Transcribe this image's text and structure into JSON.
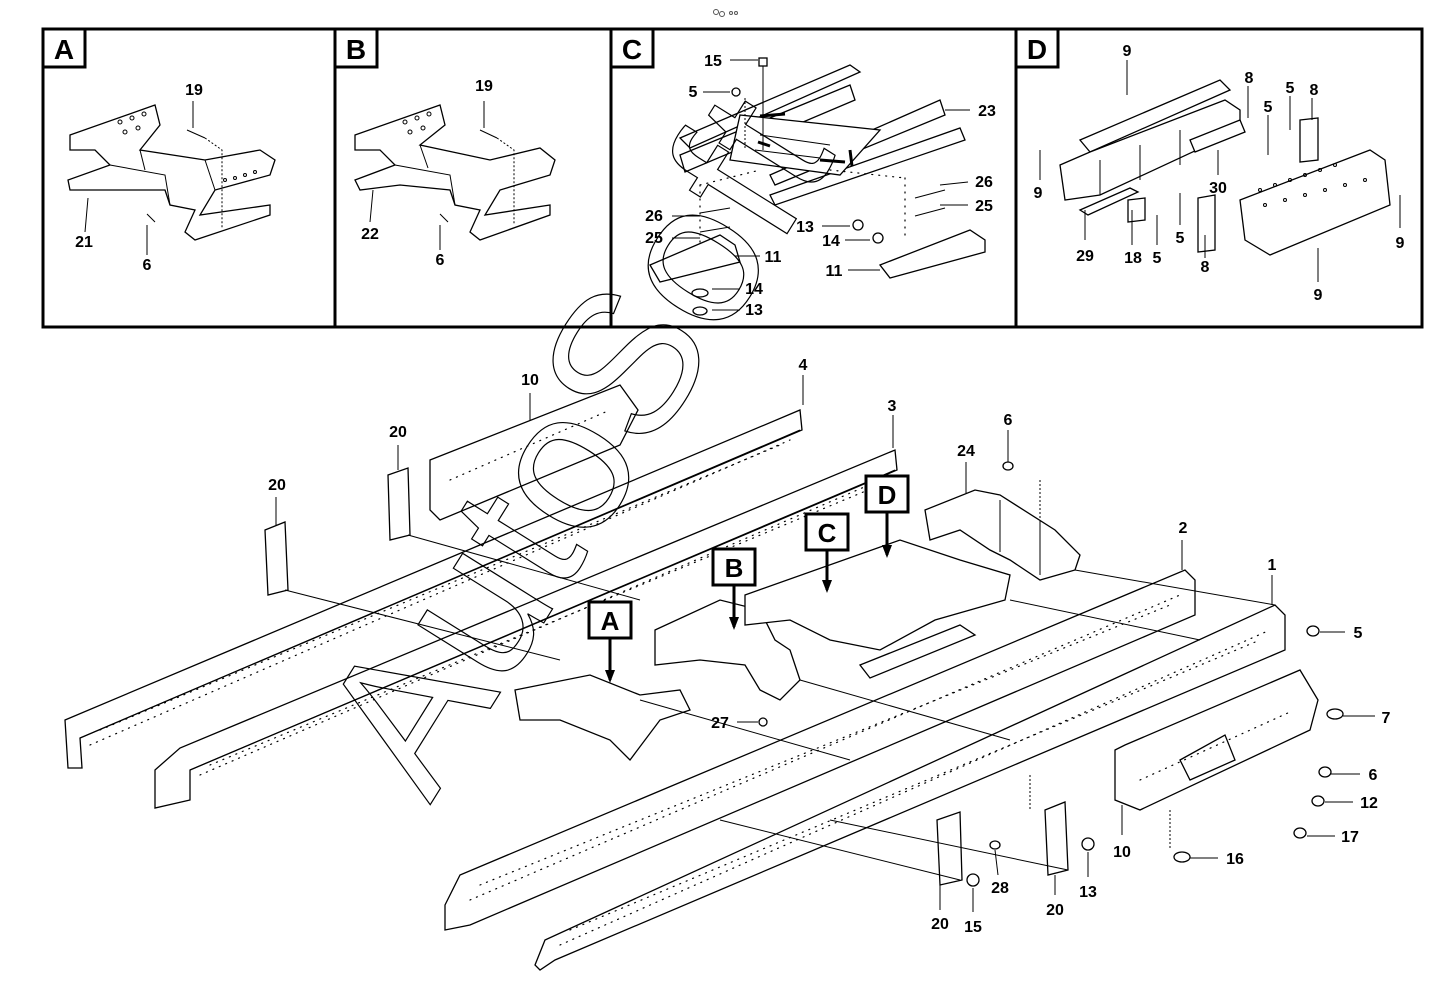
{
  "header": {
    "icon": "two-circles-glyph"
  },
  "panels": [
    {
      "letter": "A",
      "labels": [
        "19",
        "21",
        "6"
      ]
    },
    {
      "letter": "B",
      "labels": [
        "19",
        "22",
        "6"
      ]
    },
    {
      "letter": "C",
      "labels": [
        "15",
        "5",
        "23",
        "26",
        "25",
        "11",
        "14",
        "13",
        "13",
        "14",
        "11",
        "26",
        "25"
      ]
    },
    {
      "letter": "D",
      "labels": [
        "9",
        "8",
        "5",
        "5",
        "8",
        "9",
        "30",
        "29",
        "18",
        "5",
        "5",
        "8",
        "9",
        "9"
      ]
    }
  ],
  "callouts": [
    "A",
    "B",
    "C",
    "D"
  ],
  "main_labels": [
    "10",
    "4",
    "3",
    "20",
    "20",
    "6",
    "24",
    "2",
    "1",
    "5",
    "7",
    "27",
    "6",
    "12",
    "17",
    "10",
    "16",
    "28",
    "13",
    "20",
    "15",
    "20"
  ],
  "watermark": "AutoSoft"
}
